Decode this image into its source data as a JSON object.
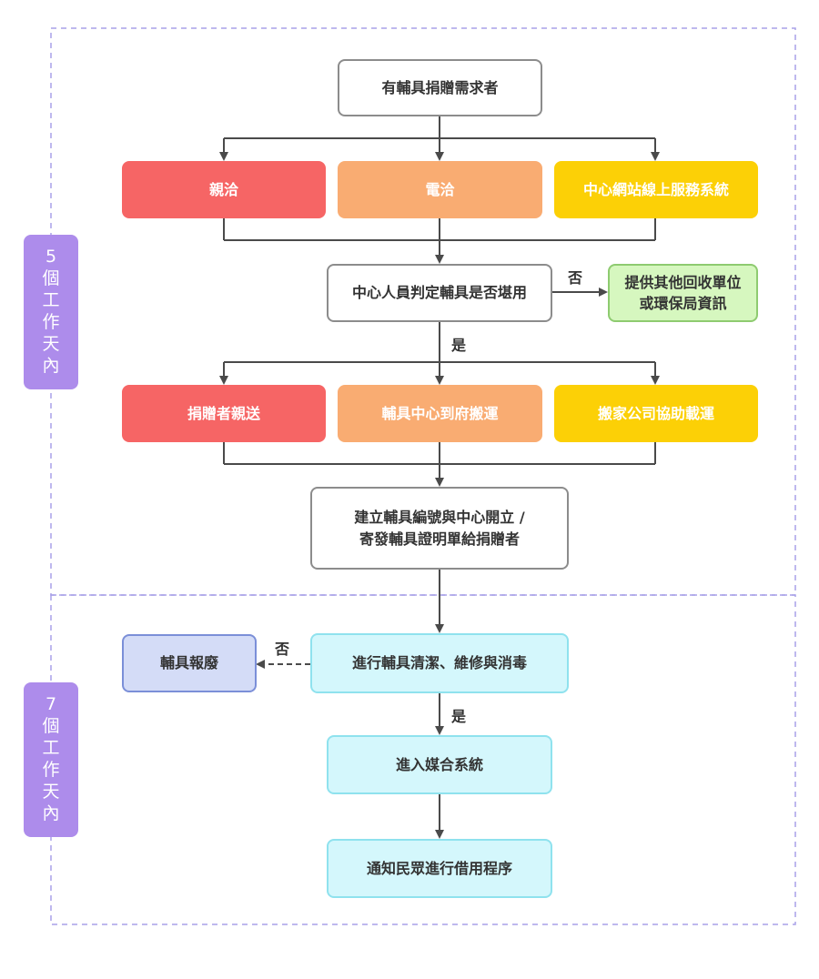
{
  "colors": {
    "red": "#f66565",
    "orange": "#f9ac72",
    "yellow": "#fcd006",
    "green_fill": "#d6f7bf",
    "cyan_fill": "#d4f7fc",
    "lavender_fill": "#d4dcf7",
    "phase_purple": "#ad8ceb",
    "connector": "#4a4a4a",
    "dashed_border": "#a8a0e8"
  },
  "phases": [
    {
      "label": "5個工作天內"
    },
    {
      "label": "7個工作天內"
    }
  ],
  "nodes": {
    "requester": "有輔具捐贈需求者",
    "in_person": "親洽",
    "phone": "電洽",
    "online": "中心網站線上服務系統",
    "assess": "中心人員判定輔具是否堪用",
    "alternative_line1": "提供其他回收單位",
    "alternative_line2": "或環保局資訊",
    "self_delivery": "捐贈者親送",
    "center_pickup": "輔具中心到府搬運",
    "mover_help": "搬家公司協助載運",
    "register_line1": "建立輔具編號與中心開立 /",
    "register_line2": "寄發輔具證明單給捐贈者",
    "clean": "進行輔具清潔、維修與消毒",
    "scrap": "輔具報廢",
    "matching": "進入媒合系統",
    "notify": "通知民眾進行借用程序"
  },
  "edge_labels": {
    "no_1": "否",
    "yes_1": "是",
    "no_2": "否",
    "yes_2": "是"
  }
}
